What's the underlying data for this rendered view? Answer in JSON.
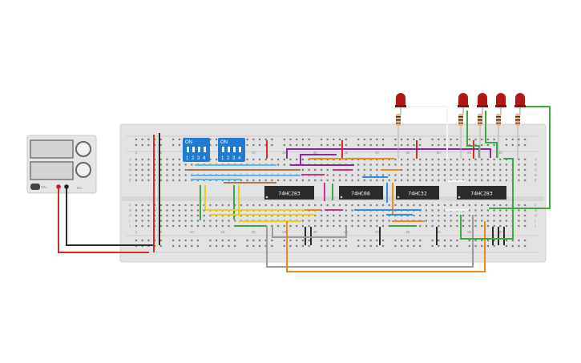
{
  "chips": [
    {
      "label": "74HC283"
    },
    {
      "label": "74HC08"
    },
    {
      "label": "74HC32"
    },
    {
      "label": "74HC283"
    }
  ],
  "dip_switches": [
    {
      "label": "ON",
      "numbers": [
        "1",
        "2",
        "3",
        "4"
      ]
    },
    {
      "label": "ON",
      "numbers": [
        "1",
        "2",
        "3",
        "4"
      ]
    }
  ],
  "breadboard": {
    "row_letters_top": [
      "A",
      "B",
      "C",
      "D",
      "E"
    ],
    "row_letters_bottom": [
      "F",
      "G",
      "H",
      "I",
      "J"
    ],
    "column_numbers": [
      "1",
      "5",
      "10",
      "15",
      "20",
      "25",
      "30",
      "35",
      "40",
      "45",
      "50",
      "55",
      "60"
    ]
  },
  "power_supply": {
    "name": "DC power supply"
  },
  "leds": {
    "count": 5,
    "color": "#b01818"
  },
  "colors": {
    "board": "#e3e3e3",
    "chip": "#2b2b2b",
    "dip": "#1e7bcf",
    "wire_red": "#d82828",
    "wire_black": "#2a2a2a",
    "wire_purple": "#8a2b98",
    "wire_orange": "#e98a1a",
    "wire_brown": "#a87850",
    "wire_lightblue": "#5fb6e6",
    "wire_yellow": "#e8cf1e",
    "wire_green": "#3ca844",
    "wire_magenta": "#c4378f",
    "wire_blue": "#2f8fe0",
    "wire_gray": "#9a9a9a",
    "wire_white": "#f4f4f4"
  }
}
